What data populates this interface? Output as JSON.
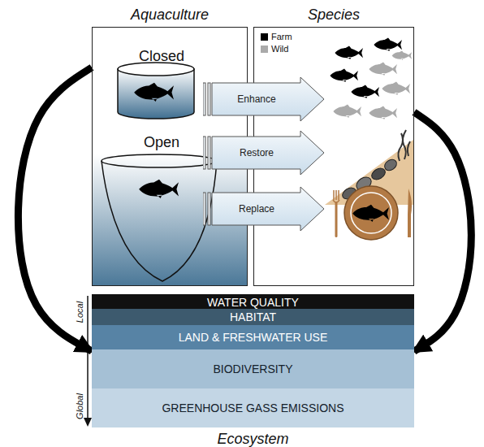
{
  "diagram": {
    "nodes": [
      {
        "text": [
          "Aquaculture"
        ]
      },
      {
        "text": [
          "Closed"
        ],
        "in": 0
      },
      {
        "text": [
          "Open"
        ],
        "in": 0
      },
      {
        "text": [
          "Species"
        ]
      },
      {
        "text": [
          "Enhance"
        ]
      },
      {
        "text": [
          "Restore"
        ]
      },
      {
        "text": [
          "Replace"
        ]
      },
      {
        "text": [
          "Ecosystem"
        ]
      },
      {
        "text": [
          "WATER QUALITY"
        ],
        "in": 7
      },
      {
        "text": [
          "HABITAT"
        ],
        "in": 7
      },
      {
        "text": [
          "LAND & FRESHWATER USE"
        ],
        "in": 7
      },
      {
        "text": [
          "BIODIVERSITY"
        ],
        "in": 7
      },
      {
        "text": [
          "GREENHOUSE GASS EMISSIONS"
        ],
        "in": 7
      }
    ],
    "edges": [
      {
        "from": 0,
        "to": 7,
        "arrow": "to"
      },
      {
        "from": 3,
        "to": 7,
        "arrow": "to"
      }
    ],
    "labels": [
      "Local",
      "Global"
    ],
    "legend": [
      {
        "text": "Farm",
        "color": "#000000"
      },
      {
        "text": "Wild",
        "color": "#aaaaaa"
      }
    ]
  }
}
